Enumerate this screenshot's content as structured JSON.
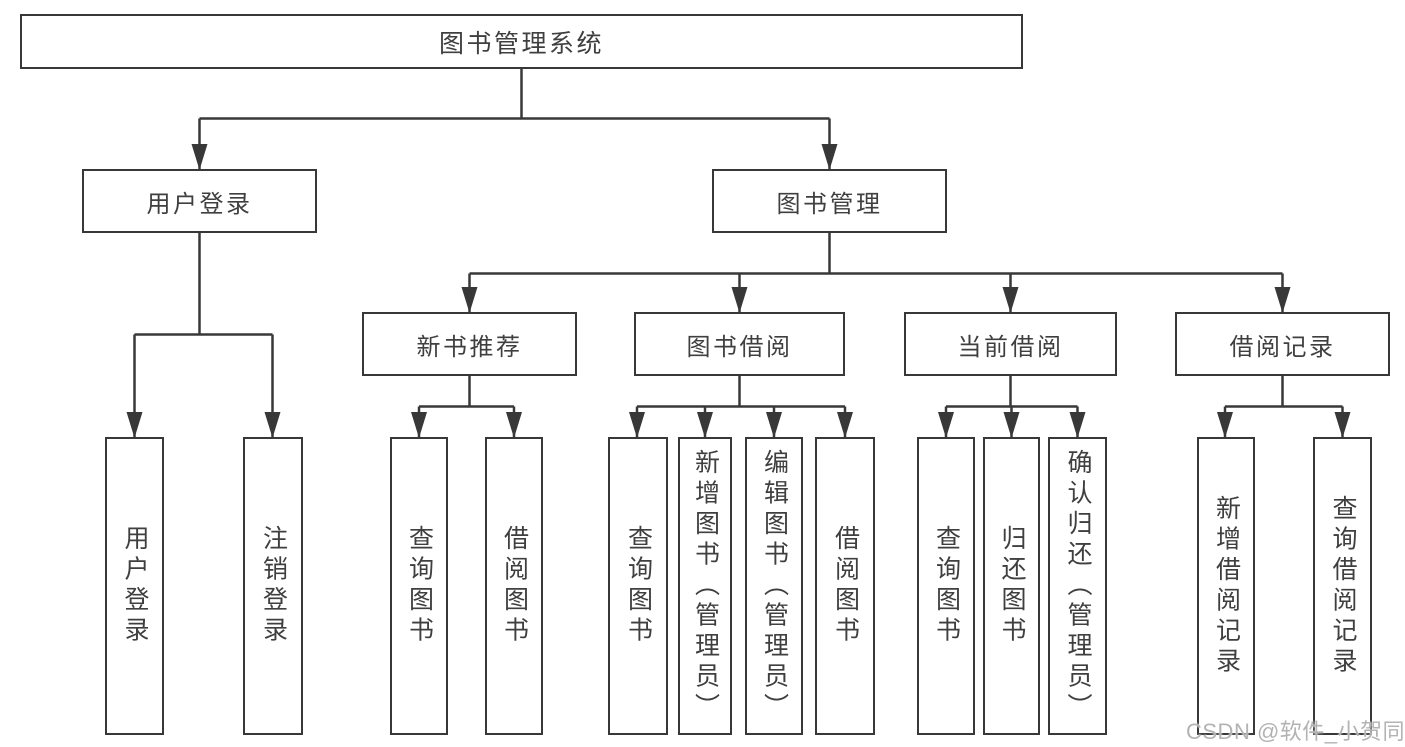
{
  "diagram": {
    "root": {
      "label": "图书管理系统"
    },
    "branches": [
      {
        "label": "用户登录",
        "leaves": [
          {
            "label": "用户登录"
          },
          {
            "label": "注销登录"
          }
        ]
      },
      {
        "label": "图书管理",
        "groups": [
          {
            "label": "新书推荐",
            "leaves": [
              {
                "label": "查询图书"
              },
              {
                "label": "借阅图书"
              }
            ]
          },
          {
            "label": "图书借阅",
            "leaves": [
              {
                "label": "查询图书"
              },
              {
                "label": "新增图书（管理员）"
              },
              {
                "label": "编辑图书（管理员）"
              },
              {
                "label": "借阅图书"
              }
            ]
          },
          {
            "label": "当前借阅",
            "leaves": [
              {
                "label": "查询图书"
              },
              {
                "label": "归还图书"
              },
              {
                "label": "确认归还（管理员）"
              }
            ]
          },
          {
            "label": "借阅记录",
            "leaves": [
              {
                "label": "新增借阅记录"
              },
              {
                "label": "查询借阅记录"
              }
            ]
          }
        ]
      }
    ]
  },
  "watermark": {
    "text": "CSDN @软件_小贺同学"
  },
  "colors": {
    "line": "#383838",
    "box_border": "#383838",
    "text": "#3f3f3f",
    "watermark": "#b3b3b3",
    "background": "#ffffff"
  }
}
